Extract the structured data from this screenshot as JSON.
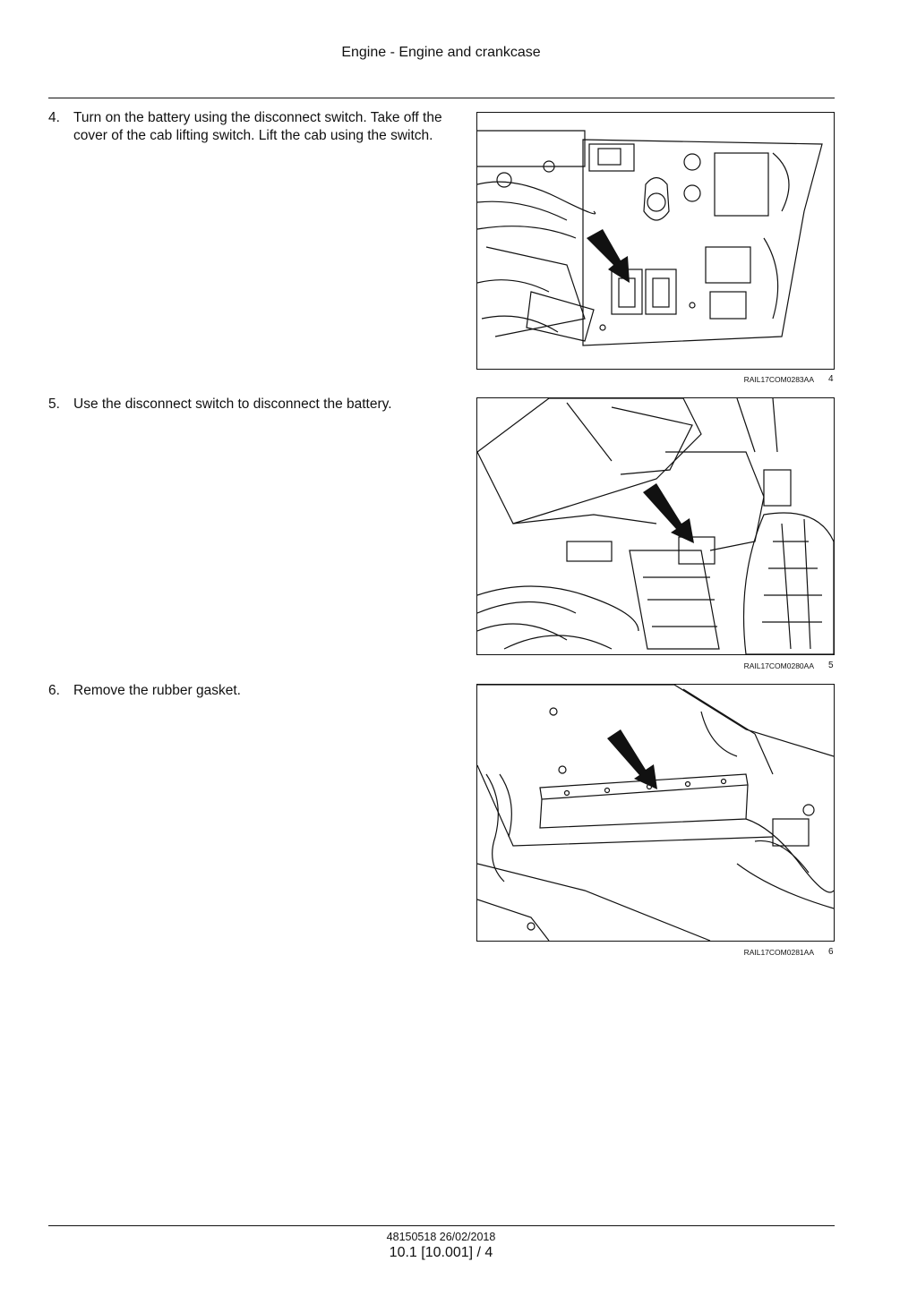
{
  "header": {
    "title": "Engine - Engine and crankcase"
  },
  "steps": [
    {
      "number": "4.",
      "text": "Turn on the battery using the disconnect switch. Take off the cover of the cab lifting switch. Lift the cab using the switch.",
      "figure": {
        "id": "RAIL17COM0283AA",
        "number": "4",
        "subject": "switch-panel"
      }
    },
    {
      "number": "5.",
      "text": "Use the disconnect switch to disconnect the battery.",
      "figure": {
        "id": "RAIL17COM0280AA",
        "number": "5",
        "subject": "tilted-cab"
      }
    },
    {
      "number": "6.",
      "text": "Remove the rubber gasket.",
      "figure": {
        "id": "RAIL17COM0281AA",
        "number": "6",
        "subject": "rubber-gasket"
      }
    }
  ],
  "footer": {
    "doc": "48150518 26/02/2018",
    "page": "10.1 [10.001] / 4"
  }
}
